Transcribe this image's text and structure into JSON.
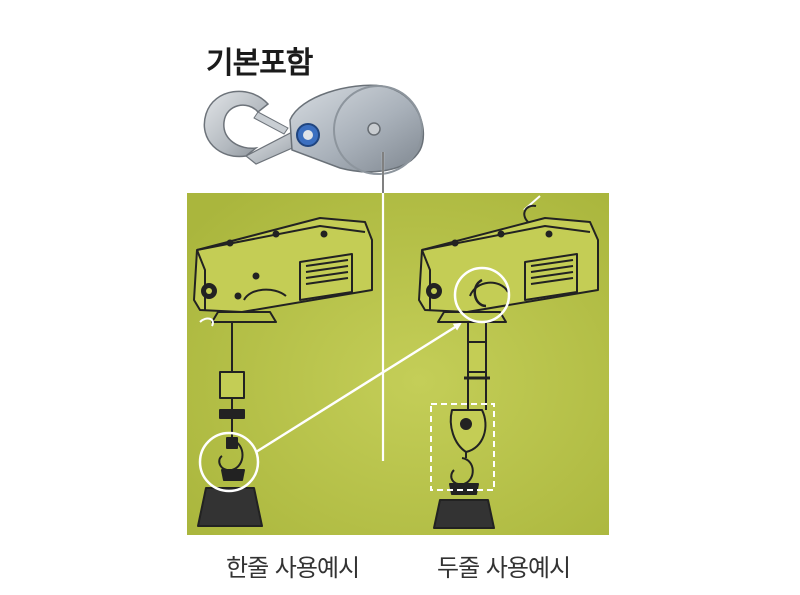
{
  "header": {
    "title": "기본포함"
  },
  "captions": {
    "single": "한줄 사용예시",
    "double": "두줄 사용예시"
  },
  "colors": {
    "panel": "#b8c44a",
    "panel_light": "#c3cd55",
    "ink": "#222222",
    "arrow": "#ffffff",
    "pulley_metal": "#a9b2bb",
    "hook_metal": "#bcc2c8",
    "pin_blue": "#3b6fc0"
  }
}
